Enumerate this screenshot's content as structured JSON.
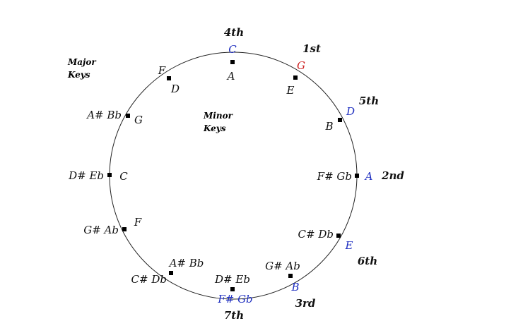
{
  "colors": {
    "default": "#111111",
    "blue": "#1f2fc0",
    "red": "#cc1f1f"
  },
  "captions": {
    "major": [
      "Major",
      "Keys"
    ],
    "minor": [
      "Minor",
      "Keys"
    ]
  },
  "nodes": [
    {
      "id": "c",
      "major": "C",
      "major_color": "blue",
      "minor": "A",
      "order": "4th"
    },
    {
      "id": "g",
      "major": "G",
      "major_color": "red",
      "minor": "E",
      "order": "1st"
    },
    {
      "id": "d",
      "major": "D",
      "major_color": "blue",
      "minor": "B",
      "order": "5th"
    },
    {
      "id": "a",
      "major": "A",
      "major_color": "blue",
      "minor": "F# Gb",
      "order": "2nd"
    },
    {
      "id": "e",
      "major": "E",
      "major_color": "blue",
      "minor": "C# Db",
      "order": "6th"
    },
    {
      "id": "b",
      "major": "B",
      "major_color": "blue",
      "minor": "G# Ab",
      "order": "3rd"
    },
    {
      "id": "fs",
      "major": "F# Gb",
      "major_color": "blue",
      "minor": "D# Eb",
      "order": "7th"
    },
    {
      "id": "cs",
      "major": "C# Db",
      "major_color": "default",
      "minor": "A# Bb",
      "order": ""
    },
    {
      "id": "gs",
      "major": "G# Ab",
      "major_color": "default",
      "minor": "F",
      "order": ""
    },
    {
      "id": "ds",
      "major": "D# Eb",
      "major_color": "default",
      "minor": "C",
      "order": ""
    },
    {
      "id": "as",
      "major": "A# Bb",
      "major_color": "default",
      "minor": "G",
      "order": ""
    },
    {
      "id": "f",
      "major": "F",
      "major_color": "default",
      "minor": "D",
      "order": ""
    }
  ]
}
